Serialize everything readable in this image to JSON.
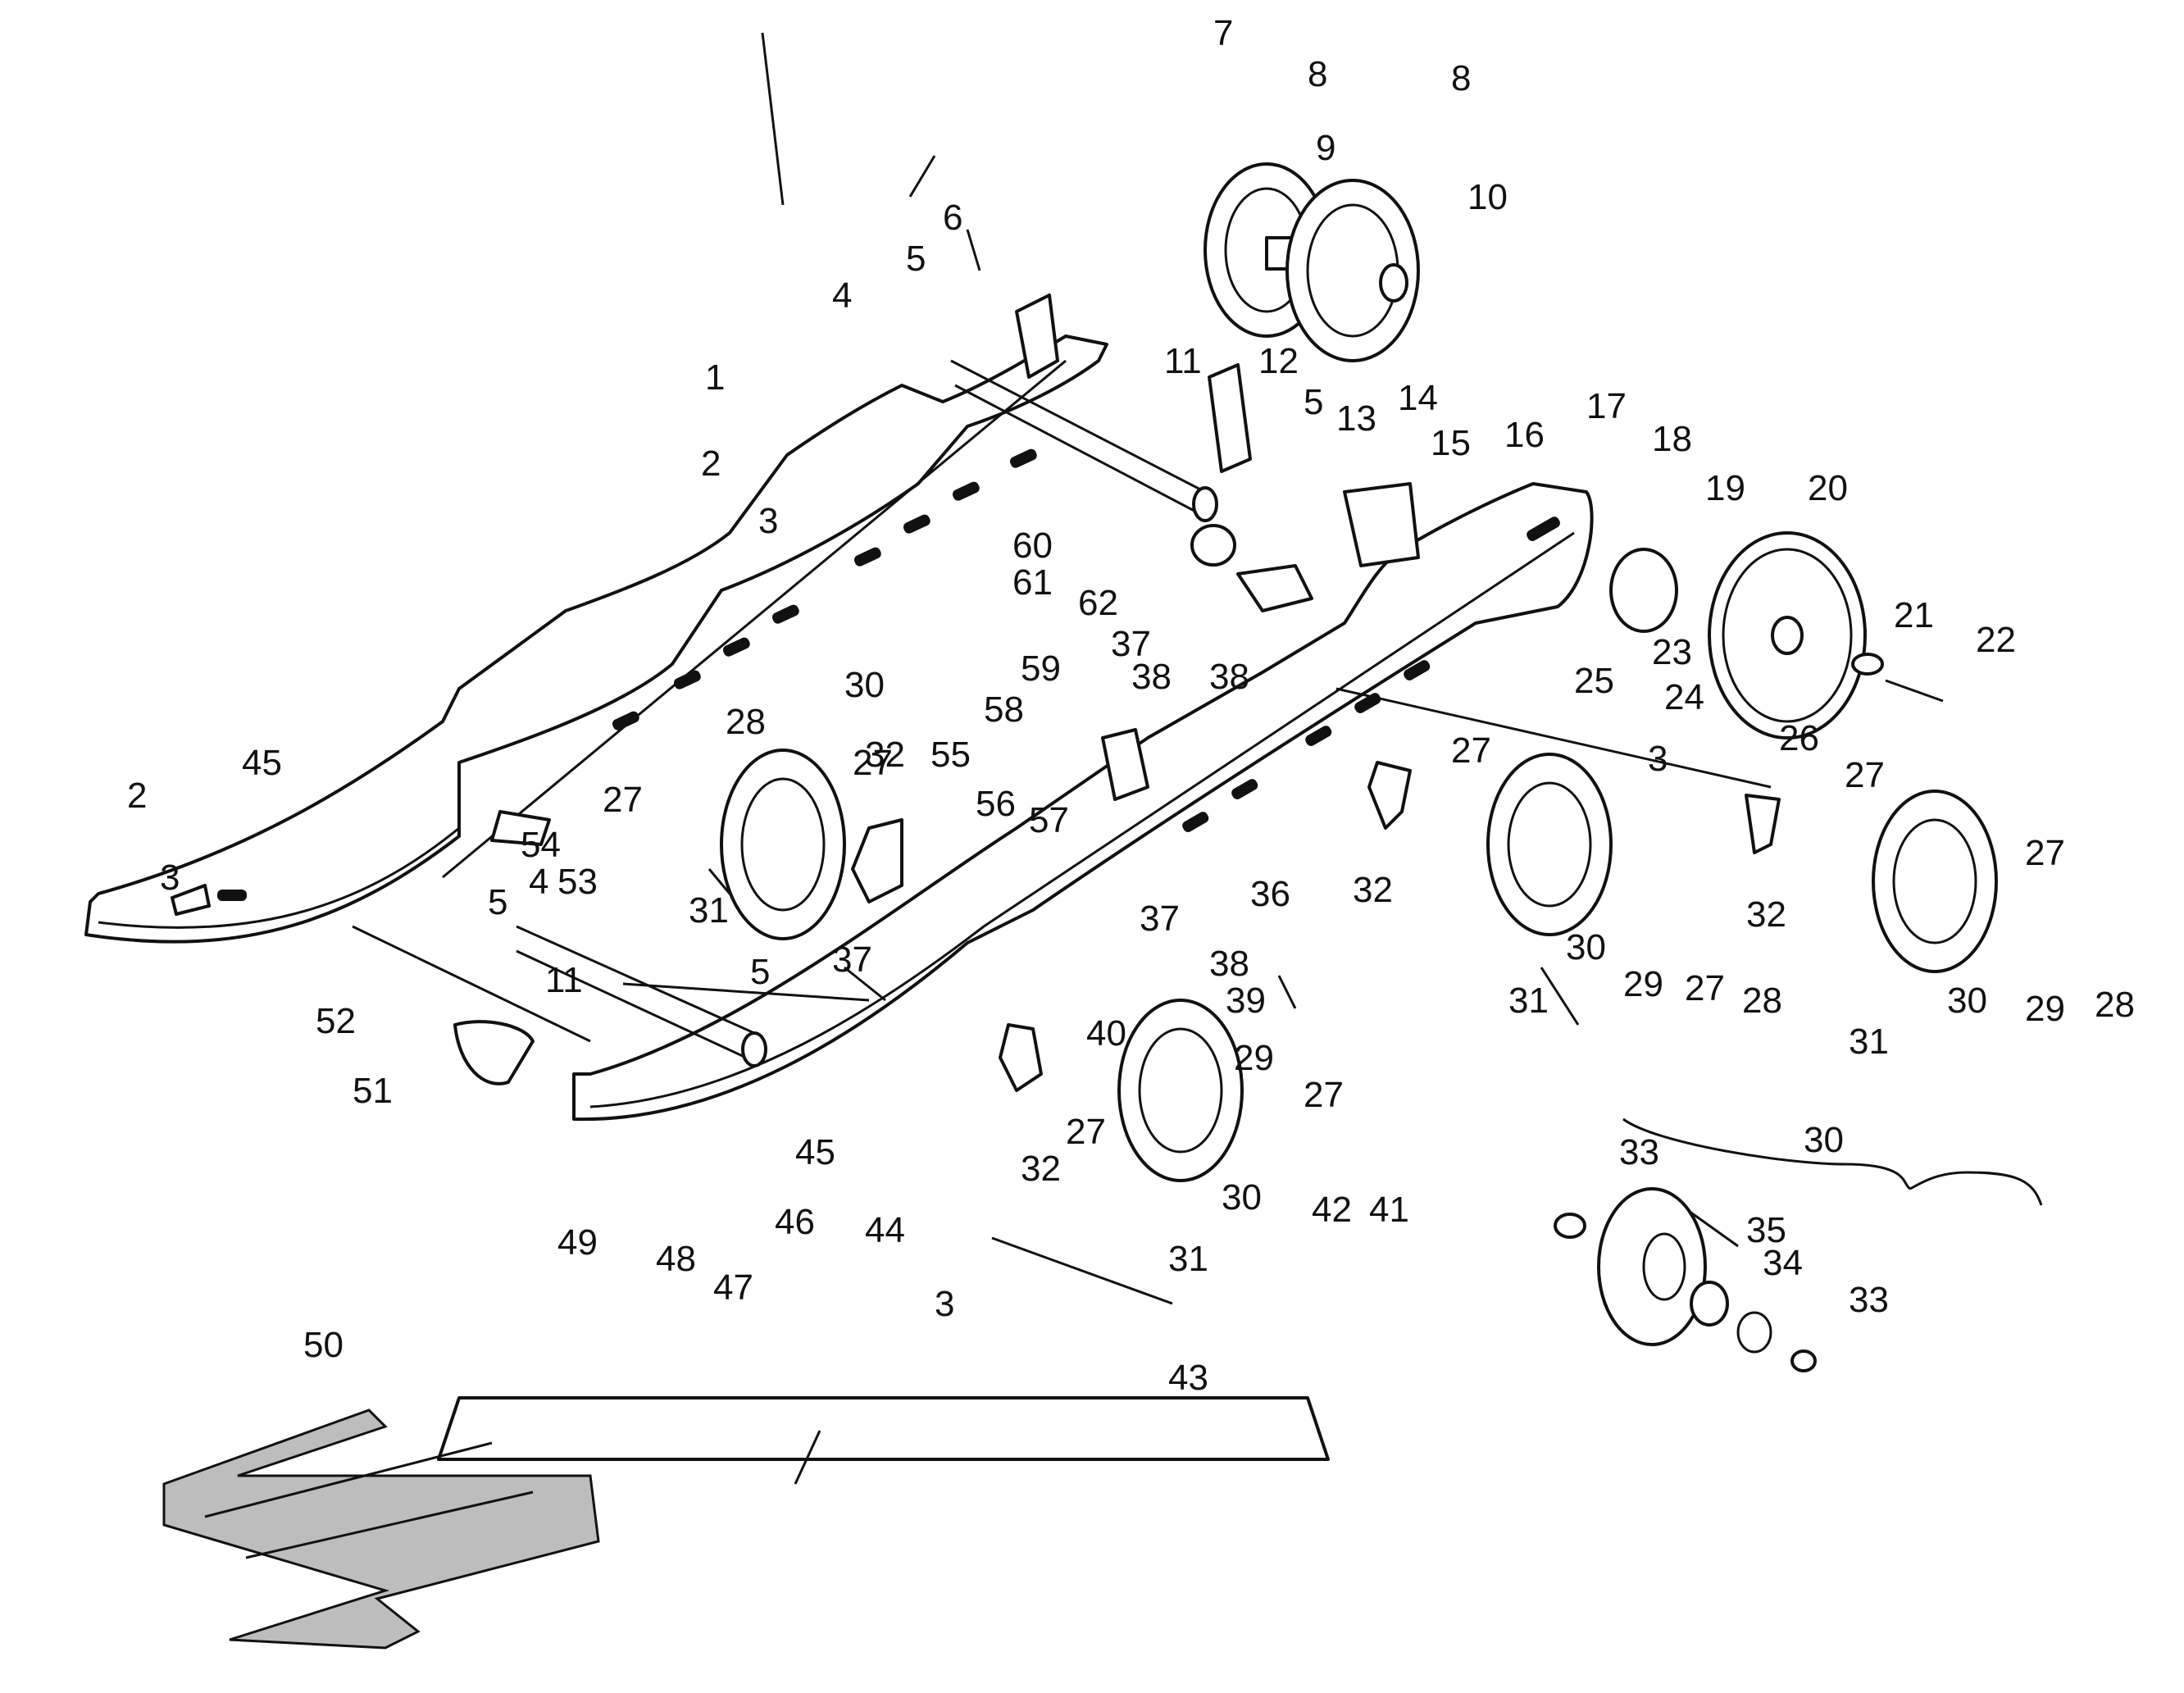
{
  "labels": [
    "1",
    "2",
    "3",
    "4",
    "5",
    "6",
    "7",
    "8",
    "9",
    "10",
    "11",
    "12",
    "13",
    "14",
    "15",
    "16",
    "17",
    "18",
    "19",
    "20",
    "21",
    "22",
    "23",
    "24",
    "25",
    "26",
    "27",
    "28",
    "29",
    "30",
    "31",
    "32",
    "33",
    "34",
    "35",
    "36",
    "37",
    "38",
    "39",
    "40",
    "41",
    "42",
    "43",
    "44",
    "45",
    "46",
    "47",
    "48",
    "49",
    "50",
    "51",
    "52",
    "53",
    "54",
    "55",
    "56",
    "57",
    "58",
    "59",
    "60",
    "61",
    "62"
  ]
}
